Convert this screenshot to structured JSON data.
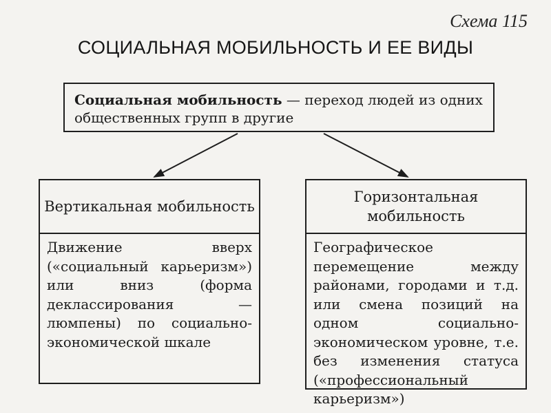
{
  "scheme_label": "Схема 115",
  "title": "СОЦИАЛЬНАЯ МОБИЛЬНОСТЬ И ЕЕ ВИДЫ",
  "definition": {
    "term": "Социальная мобильность",
    "text": " — переход людей из одних общественных групп в другие"
  },
  "vertical": {
    "heading": "Вертикальная мобильность",
    "description": "Движение вверх («социальный карьеризм») или вниз (форма деклассирования — люмпены) по социально-экономической шкале"
  },
  "horizontal": {
    "heading": "Горизонтальная мобильность",
    "description": "Географическое перемещение между районами, городами и т.д. или смена позиций на одном социально-экономическом уровне, т.е. без изменения статуса («профессиональный карьеризм»)"
  }
}
